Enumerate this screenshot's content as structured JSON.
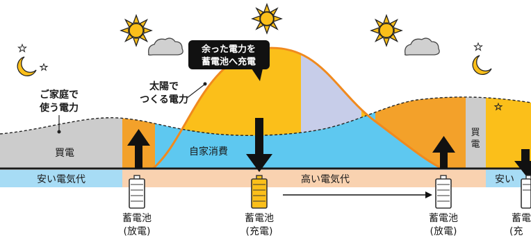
{
  "labels": {
    "household_line1": "ご家庭で",
    "household_line2": "使う電力",
    "solar_line1": "太陽で",
    "solar_line2": "つくる電力",
    "surplus_line1": "余った電力を",
    "surplus_line2": "蓄電池へ充電",
    "self_consumption": "自家消費",
    "buy_left": "買電",
    "buy_right_1": "買",
    "buy_right_2": "電"
  },
  "price_bar": {
    "cheap_left": "安い電気代",
    "expensive": "高い電気代",
    "cheap_right": "安い"
  },
  "batteries": [
    {
      "title": "蓄電池",
      "state": "(放電)"
    },
    {
      "title": "蓄電池",
      "state": "(充電)"
    },
    {
      "title": "蓄電池",
      "state": "(放電)"
    },
    {
      "title": "蓄電",
      "state": "(充"
    }
  ],
  "colors": {
    "purchase_gray": "#cccccc",
    "self_use_blue": "#5ec8f0",
    "solar_yellow": "#fbbf1a",
    "surplus_lavender": "#c7cde9",
    "discharge_orange": "#f3a12a",
    "cheap_blue": "#a7dcf5",
    "expensive_peach": "#f9d2b0",
    "curve_orange": "#f08a1e"
  }
}
